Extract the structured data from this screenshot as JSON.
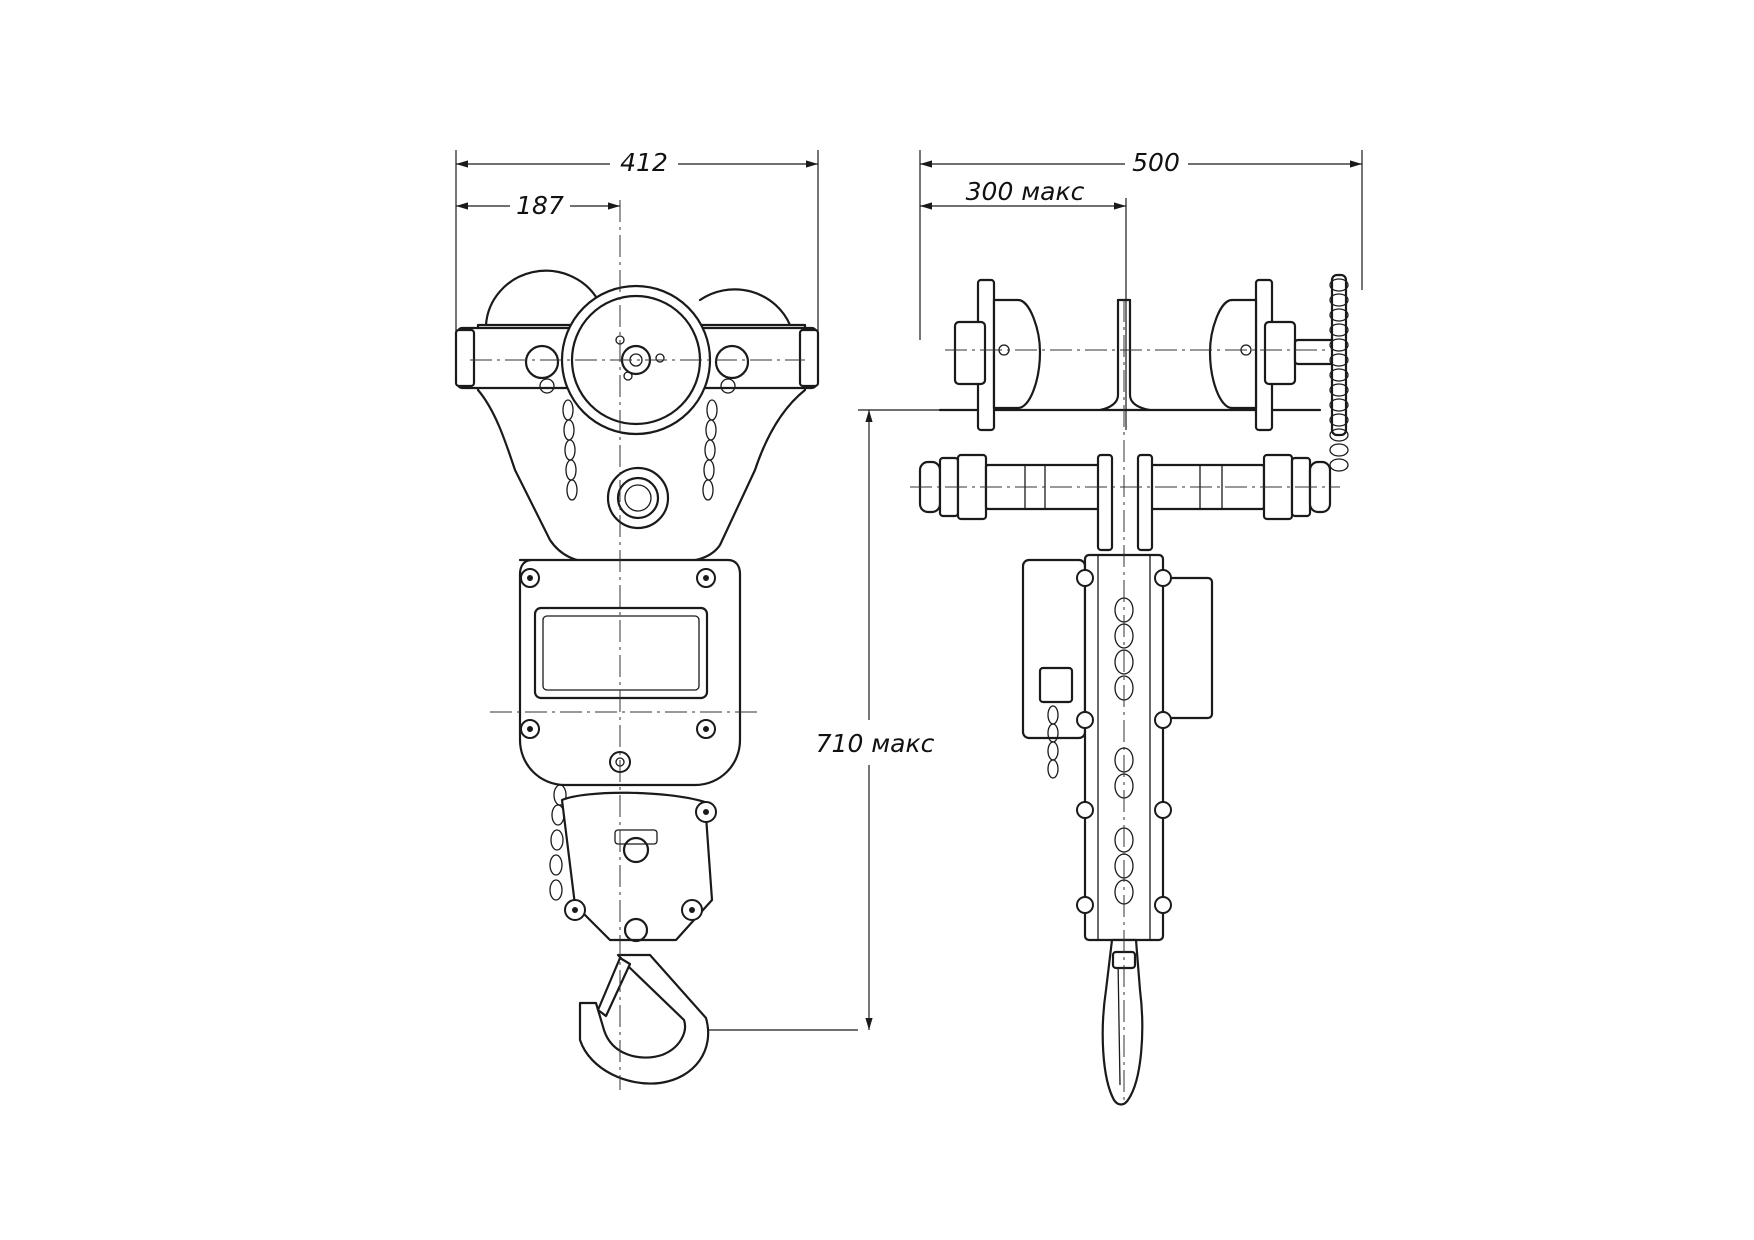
{
  "diagram": {
    "dimensions": {
      "front_total_width": "412",
      "front_center_offset": "187",
      "side_total_width": "500",
      "side_flange_max": "300 макс",
      "total_height_max": "710 макс"
    },
    "colors": {
      "line": "#1a1a1a",
      "background": "#ffffff"
    }
  }
}
